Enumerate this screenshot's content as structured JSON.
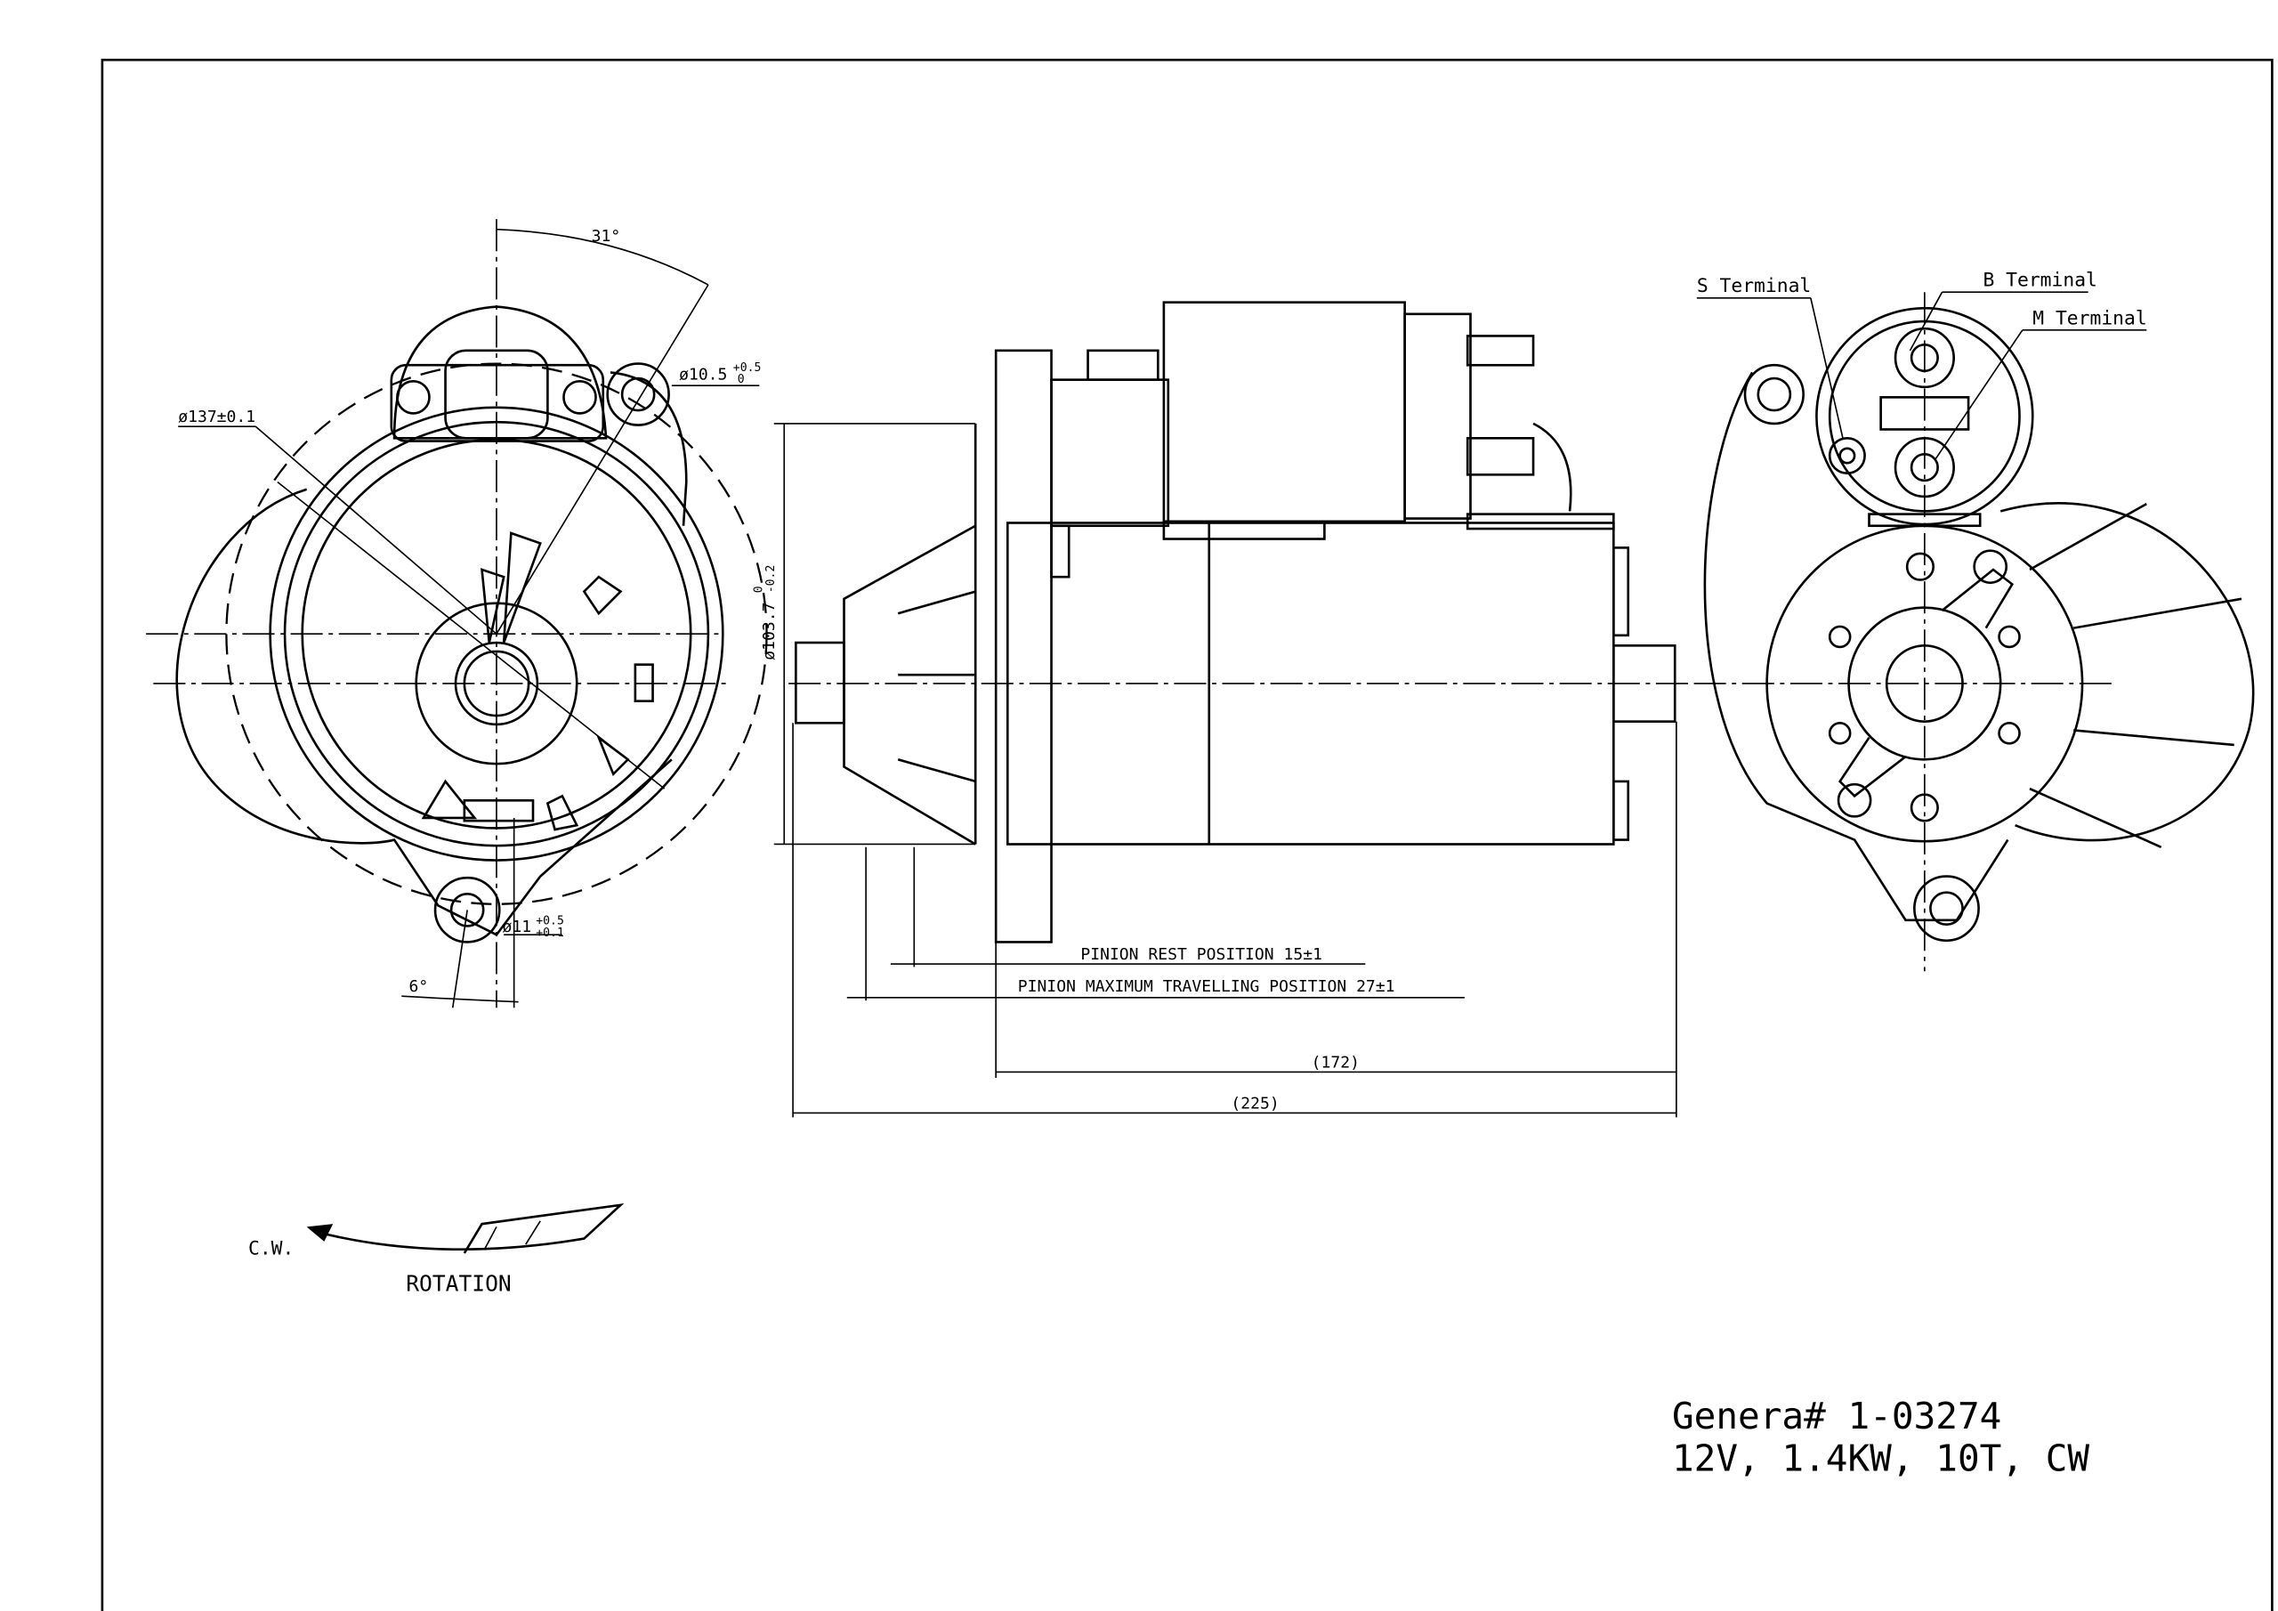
{
  "front_view": {
    "angle_top": "31°",
    "hole_top": "ø10.5",
    "hole_top_tol_upper": "+0.5",
    "hole_top_tol_lower": "0",
    "pilot_diameter": "ø137±0.1",
    "hole_bottom": "ø11",
    "hole_bottom_tol_upper": "+0.5",
    "hole_bottom_tol_lower": "+0.1",
    "angle_bottom": "6°"
  },
  "side_view": {
    "body_diameter": "ø103.7",
    "body_diameter_tol_upper": "0",
    "body_diameter_tol_lower": "-0.2",
    "pinion_rest": "PINION REST POSITION 15±1",
    "pinion_max": "PINION MAXIMUM TRAVELLING POSITION 27±1",
    "length_172": "(172)",
    "length_225": "(225)"
  },
  "rear_view": {
    "s_terminal": "S Terminal",
    "b_terminal": "B Terminal",
    "m_terminal": "M Terminal"
  },
  "rotation": {
    "direction": "C.W.",
    "label": "ROTATION"
  },
  "spec": {
    "part_number": "Genera# 1-03274",
    "ratings": "12V, 1.4KW, 10T, CW"
  }
}
